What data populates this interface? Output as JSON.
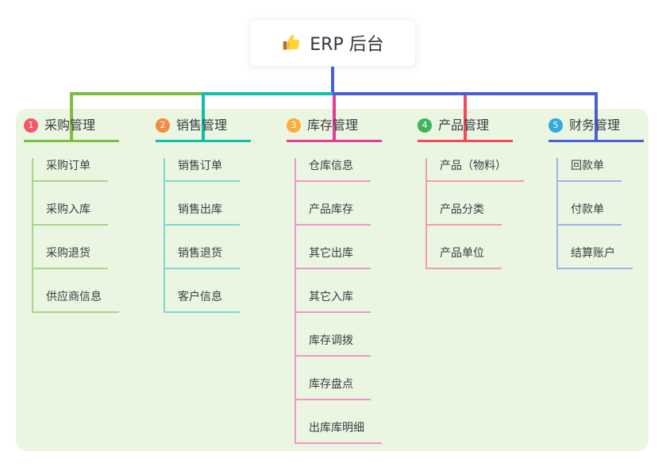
{
  "root": {
    "title": "ERP 后台",
    "icon": "thumbs-up-icon"
  },
  "colors": {
    "page_bg": "#ffffff",
    "panel_bg": "#eaf6e2",
    "root_line": "#4a60d2",
    "text": "#3c3c43"
  },
  "branches": [
    {
      "badge": "1",
      "badge_color": "#f4566a",
      "accent": "#7cbe3f",
      "light": "#a9d48c",
      "label": "采购管理",
      "children": [
        "采购订单",
        "采购入库",
        "采购退货",
        "供应商信息"
      ]
    },
    {
      "badge": "2",
      "badge_color": "#f58b41",
      "accent": "#13bcab",
      "light": "#7bd8ce",
      "label": "销售管理",
      "children": [
        "销售订单",
        "销售出库",
        "销售退货",
        "客户信息"
      ]
    },
    {
      "badge": "3",
      "badge_color": "#f7b03b",
      "accent": "#e13c9b",
      "light": "#f195c9",
      "label": "库存管理",
      "children": [
        "仓库信息",
        "产品库存",
        "其它出库",
        "其它入库",
        "库存调拨",
        "库存盘点",
        "出库库明细"
      ]
    },
    {
      "badge": "4",
      "badge_color": "#3fb45a",
      "accent": "#f4485c",
      "light": "#f59ba4",
      "label": "产品管理",
      "children": [
        "产品（物料）",
        "产品分类",
        "产品单位"
      ]
    },
    {
      "badge": "5",
      "badge_color": "#35a8dd",
      "accent": "#4a60d2",
      "light": "#9fb2e9",
      "label": "财务管理",
      "children": [
        "回款单",
        "付款单",
        "结算账户"
      ]
    }
  ]
}
